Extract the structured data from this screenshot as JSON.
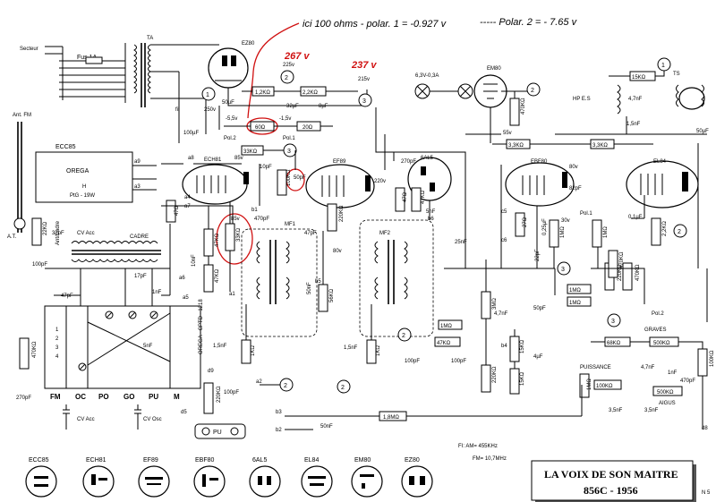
{
  "annotations": {
    "note_100_ohms": "ici 100 ohms - polar. 1 = -0.927 v",
    "note_polar2": "----- Polar. 2 = - 7.65 v",
    "voltage_267": "267 v",
    "voltage_237": "237 v"
  },
  "inputs": {
    "secteur": "Secteur",
    "fuse": "Fus.1A",
    "ant_fm": "Ant. FM",
    "at": "A.T.",
    "antcadre": "Ant/Cadre",
    "cv_acc": "CV Acc",
    "cadre": "CADRE"
  },
  "blocks": {
    "ecc85": "ECC85",
    "orega": "OREGA",
    "hf": "H",
    "pwg": "PtG - 19W",
    "mf1": "MF1",
    "mf2": "MF2",
    "switch_label": "OREGA - CPTD - 1218",
    "switch_positions": [
      "FM",
      "OC",
      "PO",
      "GO",
      "PU",
      "M"
    ],
    "cv_osc": "CV Osc",
    "cv_acc2": "CV Acc",
    "pu": "PU",
    "graves": "GRAVES",
    "aigus": "AIGUS",
    "puissance": "PUISSANCE",
    "hp_es": "HP\nE.S",
    "ts": "TS",
    "pol1": "Pol.1",
    "pol2": "Pol.2",
    "pol2b": "Pol.2",
    "pol1b": "Pol.1"
  },
  "tubes": {
    "ez80": "EZ80",
    "ech81": "ECH81",
    "ef89": "EF89",
    "6al5": "6AL5",
    "ebf80": "EBF80",
    "el84": "EL84",
    "em80": "EM80",
    "lamp": "6,3V-0,3A"
  },
  "components": {
    "r_1k2": "1,2KΩ",
    "r_2k2": "2,2KΩ",
    "r_60": "60Ω",
    "r_20": "20Ω",
    "r_33k": "33KΩ",
    "r_100k_a": "100KΩ",
    "r_47k_a": "47KΩ",
    "r_33k_b": "33KΩ",
    "r_47k_b": "47KΩ",
    "r_47k_c": "47KΩ",
    "r_22k": "22KΩ",
    "r_47o": "47Ω",
    "r_47": "47Ω",
    "r_220k": "220KΩ",
    "r_56k": "56KΩ",
    "r_1k_a": "1KΩ",
    "r_1k_b": "1KΩ",
    "r_3k3_a": "3,3KΩ",
    "r_3k3_b": "3,3KΩ",
    "r_15k": "15KΩ",
    "r_470k_a": "470KΩ",
    "r_27": "27Ω",
    "r_1m_a": "1MΩ",
    "r_1m_b": "1MΩ",
    "r_1m_c": "1MΩ",
    "r_1m_d": "1MΩ",
    "r_1m_e": "1MΩ",
    "r_3m": "3MΩ",
    "r_47k_d": "47KΩ",
    "r_15k_b": "15KΩ",
    "r_15k_c": "15KΩ",
    "r_220k_b": "220KΩ",
    "r_470k_b": "470KΩ",
    "r_470k_c": "470KΩ",
    "r_2k2_b": "2,2KΩ",
    "r_220k_c": "220KΩ",
    "r_68k": "68KΩ",
    "r_500k_a": "500KΩ",
    "r_500k_b": "500KΩ",
    "r_100k_b": "100KΩ",
    "r_100k_c": "100KΩ",
    "r_1m_f": "1MΩ",
    "r_1m8": "1,8MΩ",
    "r_220k_d": "220KΩ",
    "r_470k_d": "470KΩ",
    "c_50uf": "50µF",
    "c_32uf": "32µF",
    "c_8uf": "8µF",
    "c_100uf": "100µF",
    "c_270pf": "270pF",
    "c_470pf": "470pF",
    "c_47pf": "47pF",
    "c_17pf": "17pF",
    "c_1nf": "1nF",
    "c_10nf": "10nF",
    "c_100pf": "100pF",
    "c_1n5": "1,5nF",
    "c_50nf": "50nF",
    "c_25nf": "25nF",
    "c_4n7": "4,7nF",
    "c_0u25": "0,25µF",
    "c_22pf": "22pF",
    "c_82pf": "82pF",
    "c_0u1": "0,1µF",
    "c_50pf": "50pF",
    "c_4uf": "4µF",
    "c_3n5": "3,5nF",
    "c_470pf_b": "470pF",
    "c_1nf_b": "1nF",
    "c_4n7_b": "4,7nF",
    "c_50uf_b": "50µF",
    "c_33pf": "33pF",
    "c_270pf_b": "270pF",
    "c_10pf": "10pF",
    "c_5nf": "5nF"
  },
  "voltages": {
    "v225": "225v",
    "v215": "215v",
    "v250": "250v",
    "vm55": "-5,5v",
    "vm15": "-1,5v",
    "v85": "85v",
    "v85b": "85v",
    "v220": "220v",
    "v80": "80v",
    "v80b": "80v",
    "v30": "30v",
    "v55": "55v"
  },
  "nodes": {
    "n1": "1",
    "n2": "2",
    "n3": "3",
    "a1": "a1",
    "a2": "a2",
    "a3": "a3",
    "a4": "a4",
    "a5": "a5",
    "a6": "a6",
    "a7": "a7",
    "a8": "a8",
    "a9": "a9",
    "b1": "b1",
    "b2": "b2",
    "b3": "b3",
    "b4": "b4",
    "b5": "b5",
    "b6": "b6",
    "c5": "c5",
    "c6": "c6",
    "d5": "d5",
    "d8": "d8",
    "d9": "d9",
    "fil": "fil"
  },
  "footer": {
    "fi": "FI: AM= 455KHz",
    "fm": "FM= 10,7MHz",
    "brand": "LA VOIX DE SON MAITRE",
    "model": "856C - 1956",
    "page": "N 5"
  },
  "tube_bases": [
    "ECC85",
    "ECH81",
    "EF89",
    "EBF80",
    "6AL5",
    "EL84",
    "EM80",
    "EZ80"
  ]
}
